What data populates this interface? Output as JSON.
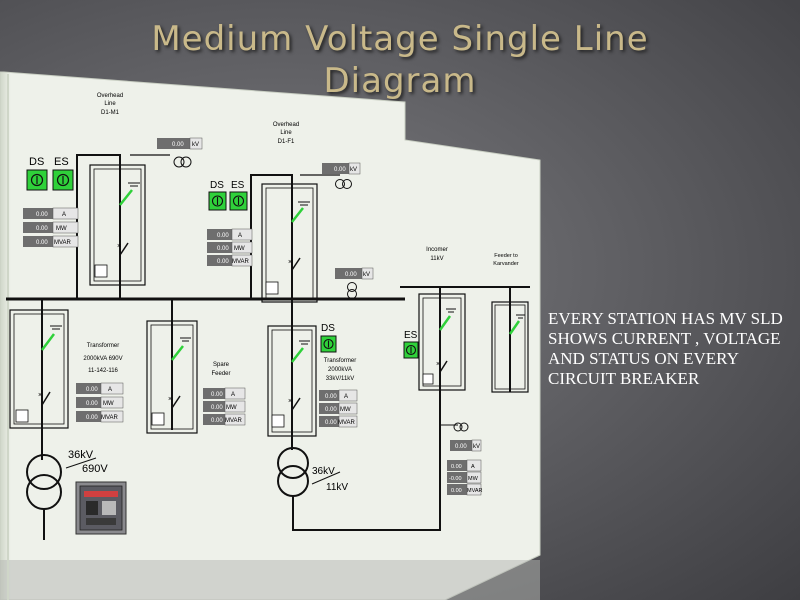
{
  "slide": {
    "title_line1": "Medium Voltage Single Line",
    "title_line2": "Diagram",
    "caption": "EVERY STATION HAS MV SLD SHOWS CURRENT , VOLTAGE AND STATUS ON EVERY CIRCUIT BREAKER"
  },
  "diagram": {
    "line_d1": [
      "Overhead",
      "Line",
      "D1-M1"
    ],
    "line_d1f1": [
      "Overhead",
      "Line",
      "D1-F1"
    ],
    "incomer": [
      "Incomer",
      "11kV"
    ],
    "feeder_k": [
      "Feeder to",
      "Karvander"
    ],
    "transformer1": [
      "Transformer",
      "2000kVA 690V",
      "11-142-116"
    ],
    "spare": [
      "Spare",
      "Feeder"
    ],
    "transformer2": [
      "Transformer",
      "2000kVA",
      "33kV/11kV"
    ],
    "ds": "DS",
    "es": "ES",
    "kv_unit": "kV",
    "a_unit": "A",
    "mw_unit": "MW",
    "mvar_unit": "MVAR",
    "zero": "0.00",
    "neg_zero": "-0.00",
    "t1_hv": "36kV",
    "t1_lv": "690V",
    "t2_hv": "36kV",
    "t2_lv": "11kV"
  },
  "colors": {
    "panel": "#eef1ea",
    "switch_green": "#2fd13a",
    "meter_dark": "#6e6e6e",
    "meter_light": "#e6e6e6"
  }
}
